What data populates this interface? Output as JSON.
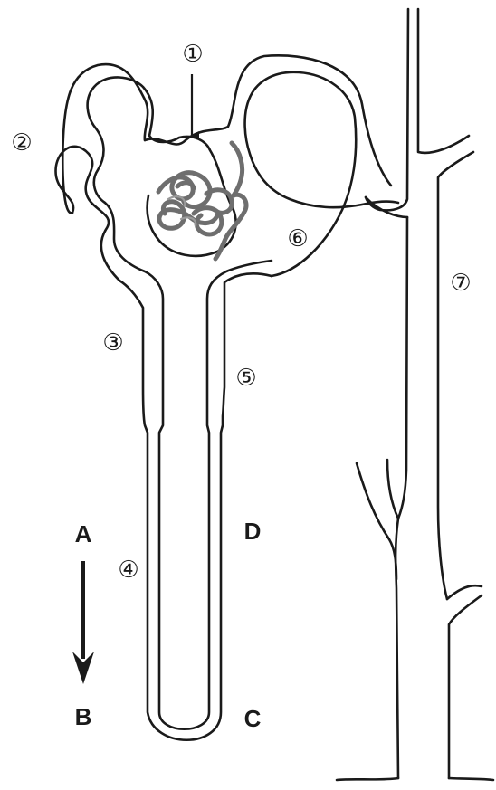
{
  "labels": {
    "part_1": "①",
    "part_2": "②",
    "part_3": "③",
    "part_4": "④",
    "part_5": "⑤",
    "part_6": "⑥",
    "part_7": "⑦",
    "point_a": "A",
    "point_b": "B",
    "point_c": "C",
    "point_d": "D"
  },
  "colors": {
    "line": "#1a1a1a",
    "glomerulus": "#6e6e6e",
    "background": "#ffffff"
  }
}
